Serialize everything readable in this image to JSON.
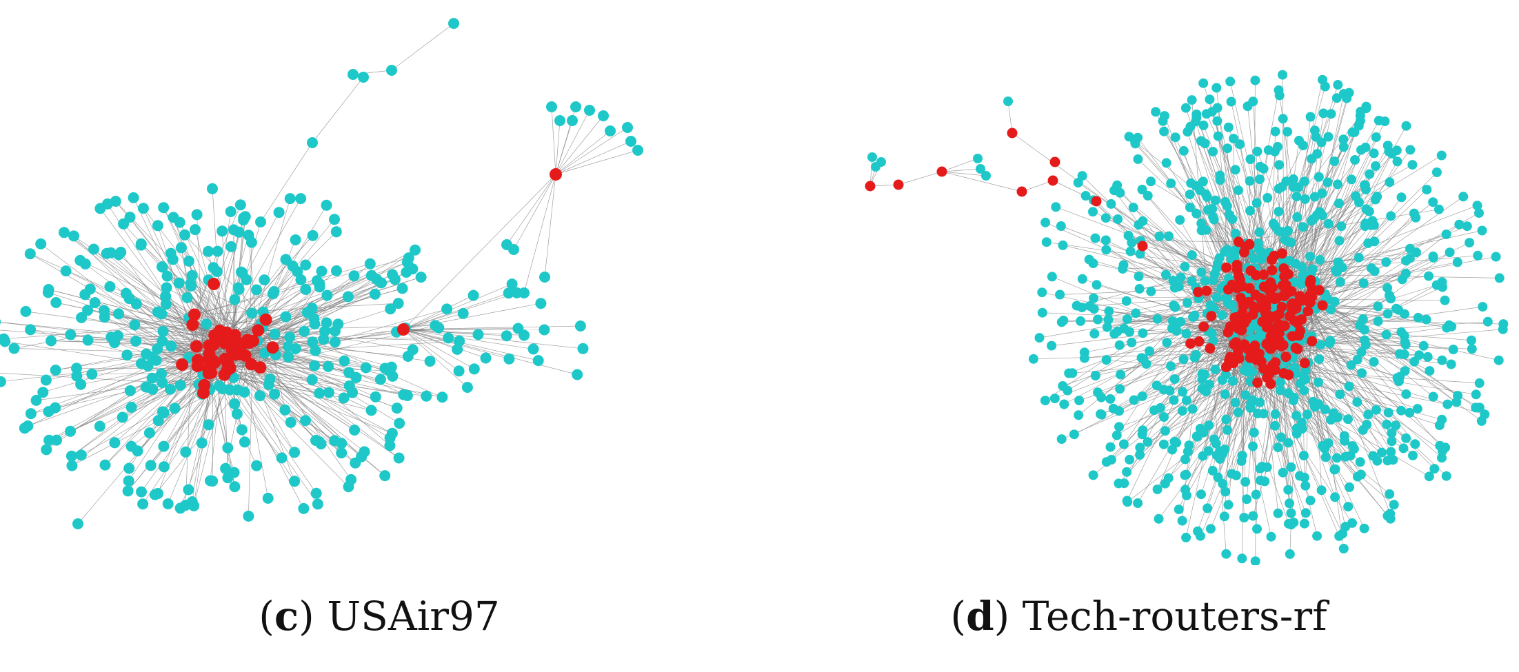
{
  "colors": {
    "peripheral_node": "#1ec8c8",
    "key_node": "#e51b1b",
    "edge": "#808080"
  },
  "panels": [
    {
      "letter": "c",
      "name": "USAir97"
    },
    {
      "letter": "d",
      "name": "Tech-routers-rf"
    }
  ]
}
